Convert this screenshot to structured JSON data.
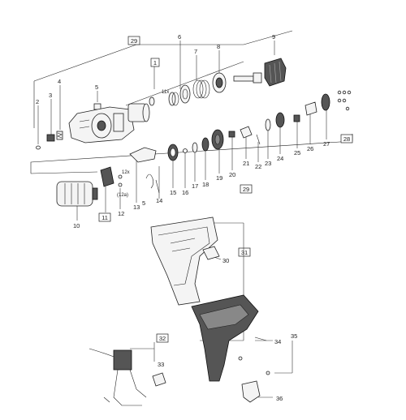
{
  "labels": {
    "l1": "1",
    "l2": "2",
    "l3": "3",
    "l4": "4",
    "l5": "5",
    "l5b": "5",
    "l6": "6",
    "l7": "7",
    "l8": "8",
    "l9": "9",
    "l10": "10",
    "l11x": "11x",
    "l12": "12",
    "l12x": "12x",
    "l12a": "(12a)",
    "l13": "13",
    "l14": "14",
    "l15": "15",
    "l16": "16",
    "l17": "17",
    "l18": "18",
    "l19": "19",
    "l20": "20",
    "l21": "21",
    "l22": "22",
    "l23": "23",
    "l24": "24",
    "l25": "25",
    "l26": "26",
    "l27": "27",
    "l30": "30",
    "l33": "33",
    "l34": "34",
    "l35": "35",
    "l36": "36"
  },
  "boxes": {
    "b1": "1",
    "b11": "11",
    "b28": "28",
    "b29a": "29",
    "b29b": "29",
    "b31": "31",
    "b32": "32"
  }
}
